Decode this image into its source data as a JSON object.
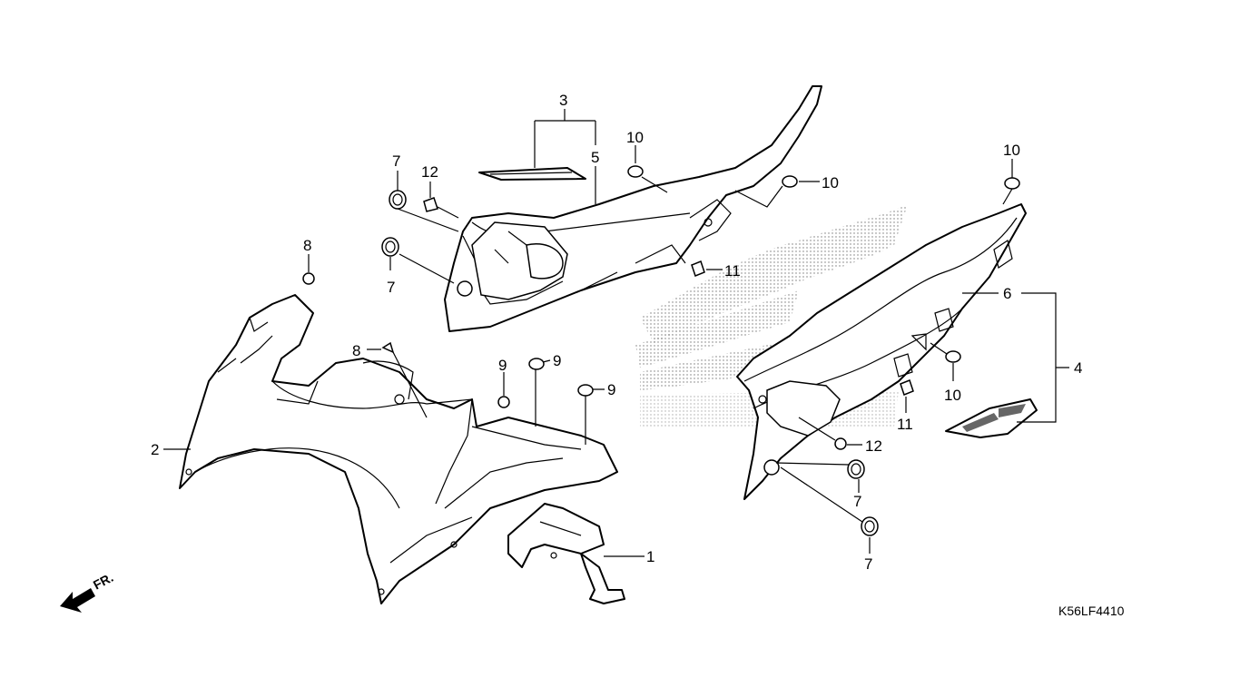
{
  "diagram": {
    "code": "K56LF4410",
    "fr_label": "FR.",
    "callouts": {
      "c1": "1",
      "c2": "2",
      "c3": "3",
      "c4": "4",
      "c5": "5",
      "c6": "6",
      "c7a": "7",
      "c7b": "7",
      "c7c": "7",
      "c7d": "7",
      "c8a": "8",
      "c8b": "8",
      "c9a": "9",
      "c9b": "9",
      "c9c": "9",
      "c10a": "10",
      "c10b": "10",
      "c10c": "10",
      "c10d": "10",
      "c11a": "11",
      "c11b": "11",
      "c12a": "12",
      "c12b": "12"
    }
  }
}
